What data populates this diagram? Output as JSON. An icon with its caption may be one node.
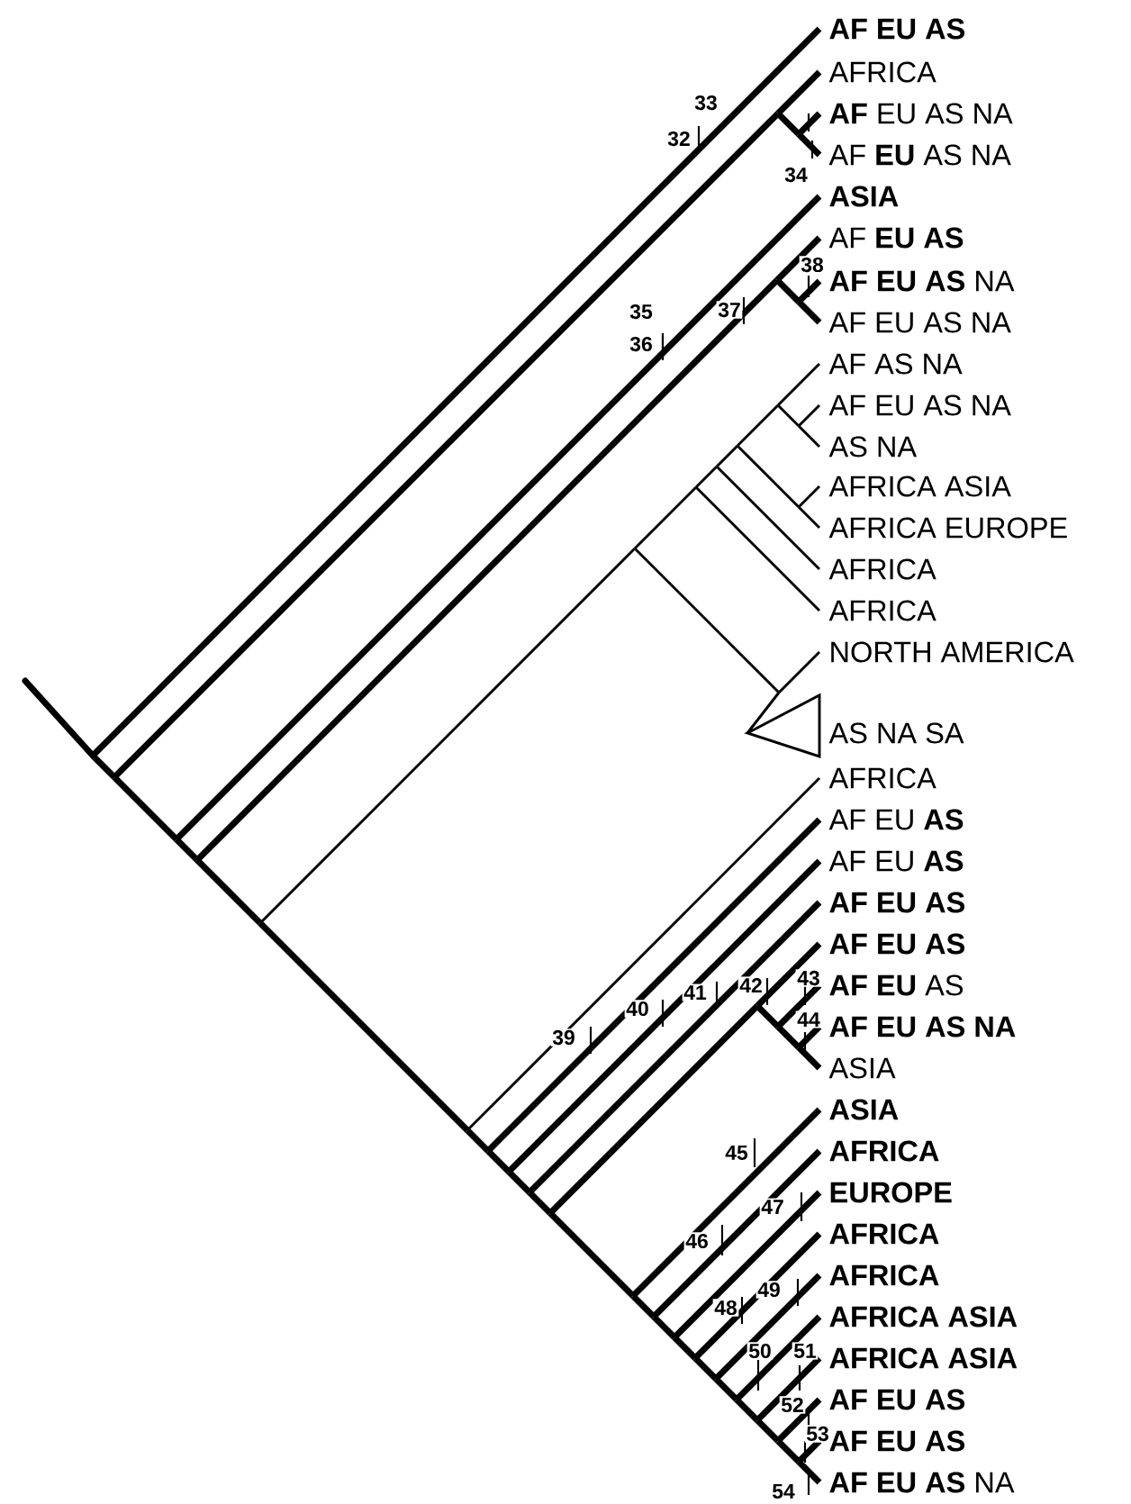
{
  "diagram": {
    "labels": [
      "**AF EU AS**",
      "AFRICA",
      "**AF** EU AS NA",
      "AF **EU** AS NA",
      "**ASIA**",
      "AF **EU AS**",
      "**AF EU AS** NA",
      "AF EU AS NA",
      "AF AS NA",
      "AF EU AS NA",
      "AS NA",
      "AFRICA ASIA",
      "AFRICA EUROPE",
      "AFRICA",
      "AFRICA",
      "NORTH AMERICA",
      "AS NA SA",
      "AFRICA",
      "AF EU **AS**",
      "AF EU **AS**",
      "**AF EU AS**",
      "**AF EU AS**",
      "**AF EU** AS",
      "**AF EU AS NA**",
      "ASIA",
      "**ASIA**",
      "**AFRICA**",
      "**EUROPE**",
      "**AFRICA**",
      "**AFRICA**",
      "**AFRICA ASIA**",
      "**AFRICA ASIA**",
      "**AF EU AS**",
      "**AF EU AS**",
      "**AF EU AS** NA",
      "32",
      "33",
      "34",
      "35",
      "36",
      "37",
      "38",
      "39",
      "40",
      "41",
      "42",
      "43",
      "44",
      "45",
      "46",
      "47",
      "48",
      "49",
      "50",
      "51",
      "52",
      "53",
      "54"
    ]
  }
}
